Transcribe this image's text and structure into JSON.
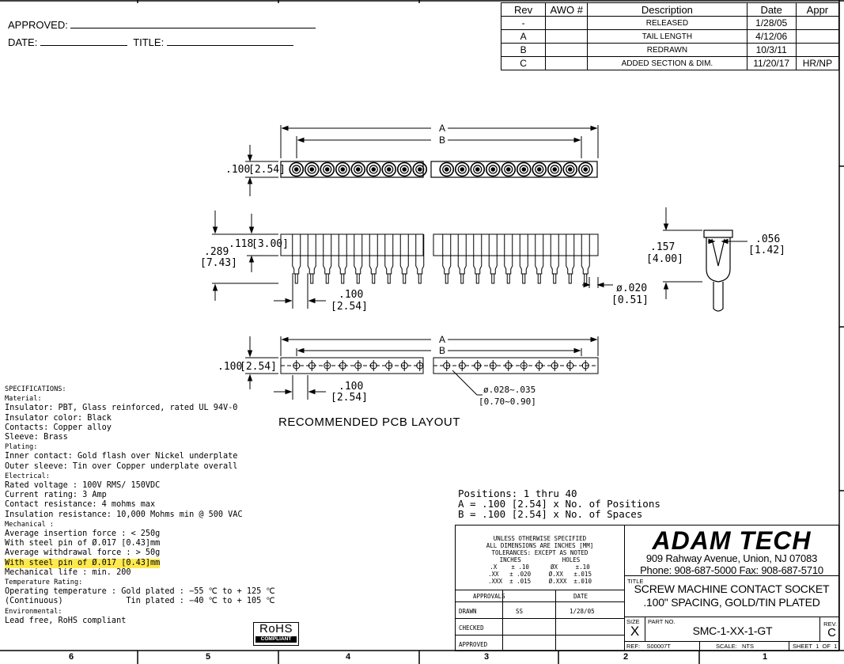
{
  "approval": {
    "approved_label": "APPROVED:",
    "date_label": "DATE:",
    "title_label": "TITLE:"
  },
  "revisions": {
    "headers": [
      "Rev",
      "AWO #",
      "Description",
      "Date",
      "Appr"
    ],
    "rows": [
      {
        "rev": "-",
        "awo": "",
        "desc": "RELEASED",
        "date": "1/28/05",
        "appr": ""
      },
      {
        "rev": "A",
        "awo": "",
        "desc": "TAIL LENGTH",
        "date": "4/12/06",
        "appr": ""
      },
      {
        "rev": "B",
        "awo": "",
        "desc": "REDRAWN",
        "date": "10/3/11",
        "appr": ""
      },
      {
        "rev": "C",
        "awo": "",
        "desc": "ADDED SECTION & DIM.",
        "date": "11/20/17",
        "appr": "HR/NP"
      }
    ]
  },
  "dimensions": {
    "A": "A",
    "B": "B",
    "top_pitch_in": ".100",
    "top_pitch_mm": "[2.54]",
    "height_in": ".289",
    "height_mm": "[7.43]",
    "body_in": ".118",
    "body_mm": "[3.00]",
    "pin_pitch_in": ".100",
    "pin_pitch_mm": "[2.54]",
    "pin_dia_in": "ø.020",
    "pin_dia_mm": "[0.51]",
    "side_height_in": ".157",
    "side_height_mm": "[4.00]",
    "side_width_in": ".056",
    "side_width_mm": "[1.42]",
    "pcb_pitch_in": ".100",
    "pcb_pitch_mm": "[2.54]",
    "pcb_row_in": ".100",
    "pcb_row_mm": "[2.54]",
    "hole_in": "ø.028~.035",
    "hole_mm": "[0.70~0.90]",
    "pcb_caption": "RECOMMENDED PCB LAYOUT"
  },
  "positions": {
    "line1": "Positions: 1 thru 40",
    "line2": "A = .100 [2.54] x No. of Positions",
    "line3": "B = .100 [2.54] x No. of Spaces"
  },
  "specs": [
    {
      "text": "SPECIFICATIONS:",
      "cat": true
    },
    {
      "text": "Material:",
      "cat": true
    },
    {
      "text": "Insulator: PBT, Glass reinforced, rated UL 94V-0"
    },
    {
      "text": "Insulator color: Black"
    },
    {
      "text": "Contacts: Copper alloy"
    },
    {
      "text": "Sleeve: Brass"
    },
    {
      "text": "Plating:",
      "cat": true
    },
    {
      "text": "Inner contact: Gold flash over Nickel underplate"
    },
    {
      "text": "Outer sleeve: Tin over Copper underplate overall"
    },
    {
      "text": "Electrical:",
      "cat": true
    },
    {
      "text": "Rated voltage : 100V RMS/ 150VDC"
    },
    {
      "text": "Current rating: 3 Amp"
    },
    {
      "text": "Contact resistance: 4 mohms max"
    },
    {
      "text": "Insulation resistance: 10,000 Mohms min @ 500 VAC"
    },
    {
      "text": "Mechanical :",
      "cat": true
    },
    {
      "text": "Average insertion force : < 250g"
    },
    {
      "text": "With steel pin of Ø.017 [0.43]mm"
    },
    {
      "text": "Average withdrawal force : > 50g"
    },
    {
      "text": "With steel pin of Ø.017 [0.43]mm",
      "highlight": true
    },
    {
      "text": "Mechanical life : min. 200"
    },
    {
      "text": "Temperature Rating:",
      "cat": true
    },
    {
      "text": "Operating temperature : Gold plated : −55 ℃ to + 125 ℃"
    },
    {
      "text": "(Continuous)             Tin plated : −40 ℃ to + 105 ℃"
    },
    {
      "text": "Environmental:",
      "cat": true
    },
    {
      "text": "Lead free, RoHS compliant"
    }
  ],
  "rohs": {
    "main": "RoHS",
    "sub": "COMPLIANT"
  },
  "tolerances": {
    "l1": "UNLESS OTHERWISE SPECIFIED",
    "l2": "ALL DIMENSIONS ARE INCHES [MM]",
    "l3": "TOLERANCES: EXCEPT AS NOTED",
    "inches": "INCHES",
    "holes": "HOLES",
    "r1": ".X    ± .10      ØX     ±.10",
    "r2": ".XX   ± .020     Ø.XX   ±.015",
    "r3": ".XXX  ± .015     Ø.XXX  ±.010"
  },
  "approvals": {
    "header": "APPROVALS",
    "date_header": "DATE",
    "drawn": "DRAWN",
    "drawn_by": "SS",
    "drawn_date": "1/28/05",
    "checked": "CHECKED",
    "approved": "APPROVED"
  },
  "company": {
    "name": "ADAM TECH",
    "address": "909 Rahway Avenue, Union, NJ 07083",
    "phone": "Phone: 908-687-5000 Fax: 908-687-5710"
  },
  "title_block": {
    "title_label": "TITLE",
    "title1": "SCREW MACHINE CONTACT SOCKET",
    "title2": ".100\" SPACING, GOLD/TIN PLATED",
    "size_label": "SIZE",
    "size": "X",
    "part_label": "PART NO.",
    "part": "SMC-1-XX-1-GT",
    "rev_label": "REV.",
    "rev": "C",
    "ref_label": "REF:",
    "ref": "S00007T",
    "scale_label": "SCALE:",
    "scale": "NTS",
    "sheet_label": "SHEET",
    "sheet": "1",
    "of_label": "OF",
    "of": "1"
  },
  "zones": [
    "6",
    "5",
    "4",
    "3",
    "2",
    "1"
  ]
}
